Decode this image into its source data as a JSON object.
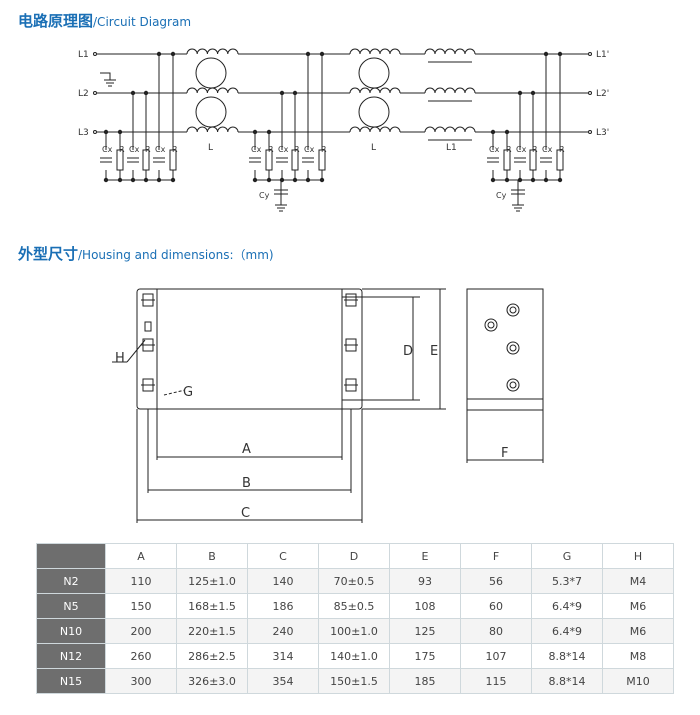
{
  "sections": {
    "circuit_cn": "电路原理图",
    "circuit_en": "/Circuit Diagram",
    "housing_cn": "外型尺寸",
    "housing_en": "/Housing and dimensions:（mm)"
  },
  "circuit": {
    "left": [
      "L1",
      "L2",
      "L3"
    ],
    "right": [
      "L1'",
      "L2'",
      "L3'"
    ],
    "inductor1": "L",
    "inductor2": "L",
    "inductor3": "L1",
    "cx": "Cx",
    "r": "R",
    "cy": "Cy"
  },
  "dims": {
    "A": "A",
    "B": "B",
    "C": "C",
    "D": "D",
    "E": "E",
    "F": "F",
    "G": "G",
    "H": "H"
  },
  "table": {
    "headers": [
      "",
      "A",
      "B",
      "C",
      "D",
      "E",
      "F",
      "G",
      "H"
    ],
    "rows": [
      [
        "N2",
        "110",
        "125±1.0",
        "140",
        "70±0.5",
        "93",
        "56",
        "5.3*7",
        "M4"
      ],
      [
        "N5",
        "150",
        "168±1.5",
        "186",
        "85±0.5",
        "108",
        "60",
        "6.4*9",
        "M6"
      ],
      [
        "N10",
        "200",
        "220±1.5",
        "240",
        "100±1.0",
        "125",
        "80",
        "6.4*9",
        "M6"
      ],
      [
        "N12",
        "260",
        "286±2.5",
        "314",
        "140±1.0",
        "175",
        "107",
        "8.8*14",
        "M8"
      ],
      [
        "N15",
        "300",
        "326±3.0",
        "354",
        "150±1.5",
        "185",
        "115",
        "8.8*14",
        "M10"
      ]
    ]
  }
}
